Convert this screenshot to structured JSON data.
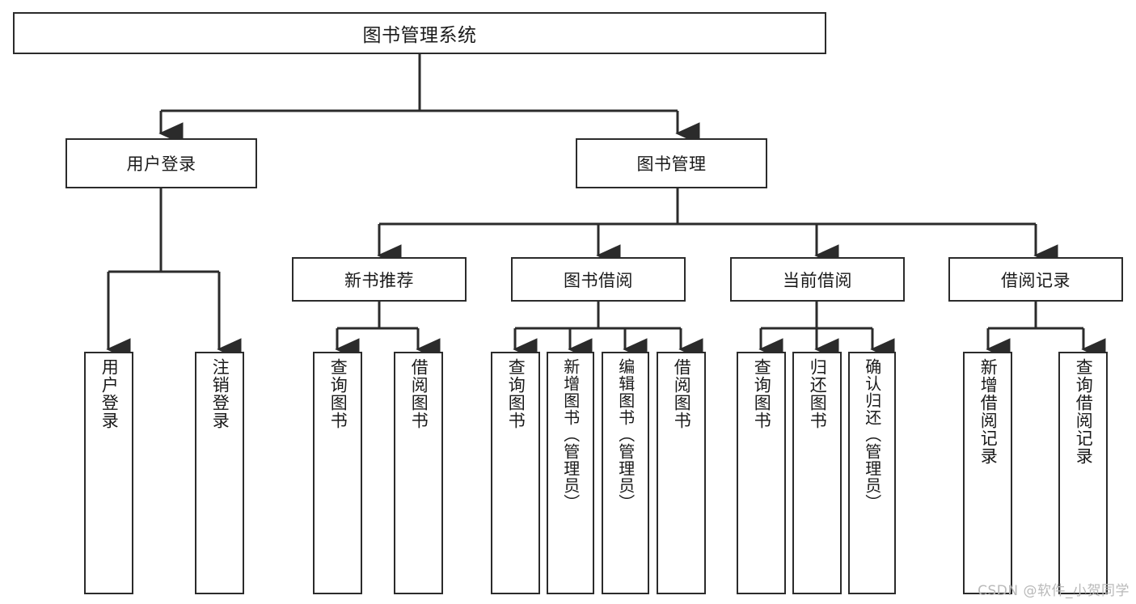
{
  "diagram": {
    "title": "图书管理系统",
    "type": "hierarchy-tree",
    "watermark": "CSDN @软件_小贺同学",
    "colors": {
      "box_border": "#2b2b2b",
      "box_fill": "#ffffff",
      "connector": "#2b2b2b",
      "text": "#1a1a1a",
      "watermark": "#b9b9b9",
      "background": "#ffffff"
    },
    "root": {
      "label": "图书管理系统"
    },
    "level1": [
      {
        "label": "用户登录"
      },
      {
        "label": "图书管理"
      }
    ],
    "level2": [
      {
        "label": "新书推荐"
      },
      {
        "label": "图书借阅"
      },
      {
        "label": "当前借阅"
      },
      {
        "label": "借阅记录"
      }
    ],
    "leaves": {
      "user_login": [
        {
          "label": "用户登录"
        },
        {
          "label": "注销登录"
        }
      ],
      "new_book_recommend": [
        {
          "label": "查询图书"
        },
        {
          "label": "借阅图书"
        }
      ],
      "book_borrow": [
        {
          "label": "查询图书"
        },
        {
          "label": "新增图书（管理员）"
        },
        {
          "label": "编辑图书（管理员）"
        },
        {
          "label": "借阅图书"
        }
      ],
      "current_borrow": [
        {
          "label": "查询图书"
        },
        {
          "label": "归还图书"
        },
        {
          "label": "确认归还（管理员）"
        }
      ],
      "borrow_record": [
        {
          "label": "新增借阅记录"
        },
        {
          "label": "查询借阅记录"
        }
      ]
    }
  }
}
